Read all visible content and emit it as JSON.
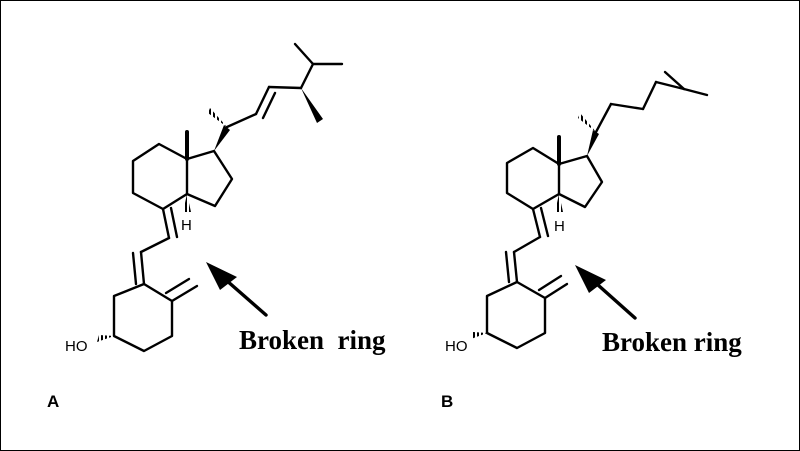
{
  "panels": [
    {
      "label": "A",
      "caption": "Broken  ring",
      "atoms": {
        "hydroxyl": "HO",
        "hydrogen": "H"
      }
    },
    {
      "label": "B",
      "caption": "Broken ring",
      "atoms": {
        "hydroxyl": "HO",
        "hydrogen": "H"
      }
    }
  ],
  "colors": {
    "stroke": "#000000",
    "background": "#ffffff"
  }
}
